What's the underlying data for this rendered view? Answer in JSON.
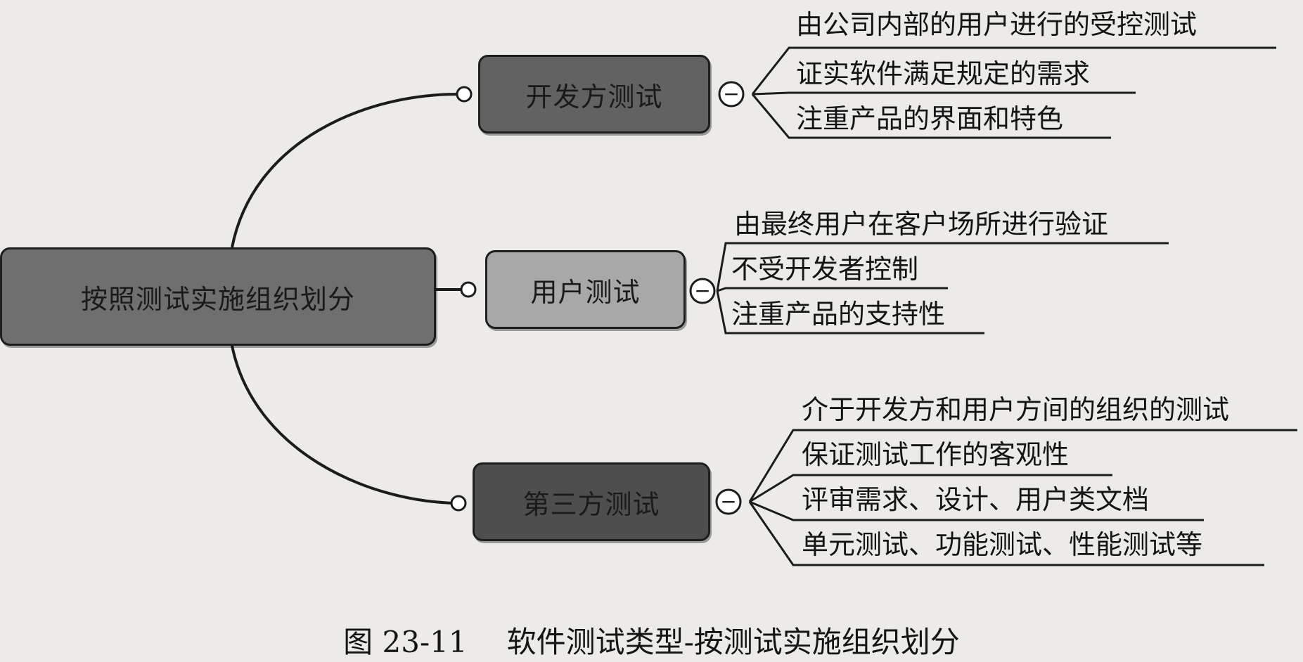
{
  "root": {
    "label": "按照测试实施组织划分"
  },
  "branches": [
    {
      "label": "开发方测试",
      "details": [
        "由公司内部的用户进行的受控测试",
        "证实软件满足规定的需求",
        "注重产品的界面和特色"
      ]
    },
    {
      "label": "用户测试",
      "details": [
        "由最终用户在客户场所进行验证",
        "不受开发者控制",
        "注重产品的支持性"
      ]
    },
    {
      "label": "第三方测试",
      "details": [
        "介于开发方和用户方间的组织的测试",
        "保证测试工作的客观性",
        "评审需求、设计、用户类文档",
        "单元测试、功能测试、性能测试等"
      ]
    }
  ],
  "collapse_symbol": "−",
  "caption": {
    "figure_number": "图 23-11",
    "title": "软件测试类型-按测试实施组织划分"
  }
}
